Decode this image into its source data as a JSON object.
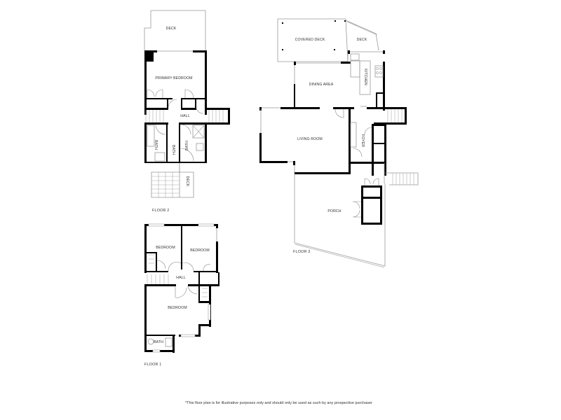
{
  "floors": [
    {
      "id": "floor-2",
      "label": "FLOOR 2",
      "rooms": [
        "DECK",
        "PRIMARY BEDROOM",
        "HALL",
        "BATH",
        "BATH",
        "BATH",
        "DECK"
      ]
    },
    {
      "id": "floor-3",
      "label": "FLOOR 3",
      "rooms": [
        "COVERED DECK",
        "DECK",
        "DINING AREA",
        "KITCHEN",
        "LIVING ROOM",
        "FOYER",
        "PORCH"
      ]
    },
    {
      "id": "floor-1",
      "label": "FLOOR 1",
      "rooms": [
        "BEDROOM",
        "BEDROOM",
        "HALL",
        "BEDROOM",
        "BATH"
      ]
    }
  ],
  "labels": {
    "f2_deck_top": "DECK",
    "f2_primary_bedroom": "PRIMARY BEDROOM",
    "f2_hall": "HALL",
    "f2_bath1": "BATH",
    "f2_bath2": "BATH",
    "f2_bath3": "BATH",
    "f2_deck_bottom": "DECK",
    "f2_floor": "FLOOR 2",
    "f3_covered_deck": "COVERED DECK",
    "f3_deck": "DECK",
    "f3_dining": "DINING AREA",
    "f3_kitchen": "KITCHEN",
    "f3_living": "LIVING ROOM",
    "f3_foyer": "FOYER",
    "f3_porch": "PORCH",
    "f3_floor": "FLOOR 3",
    "f1_bedroom1": "BEDROOM",
    "f1_bedroom2": "BEDROOM",
    "f1_hall": "HALL",
    "f1_bedroom3": "BEDROOM",
    "f1_bath": "BATH",
    "f1_floor": "FLOOR 1"
  },
  "disclaimer": "*This floor plan is for illustrative purposes only and should only be used as such by any prospective purchaser"
}
